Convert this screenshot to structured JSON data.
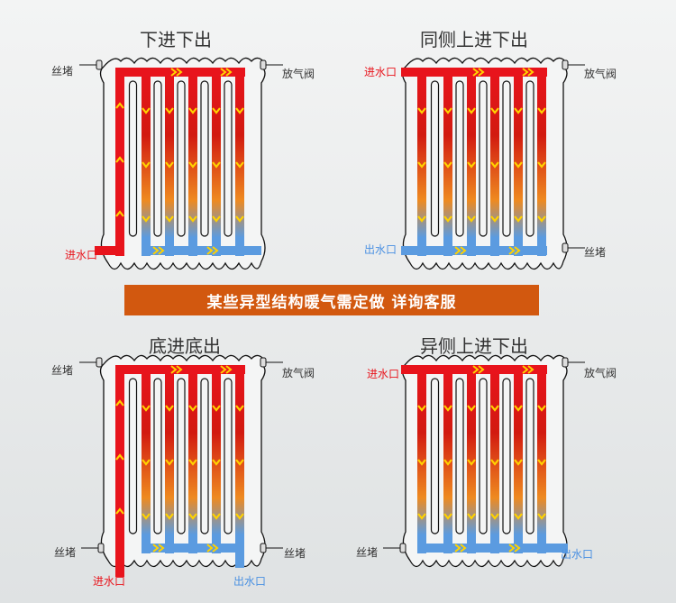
{
  "panels": [
    {
      "title": "下进下出",
      "labels": {
        "top_left": "丝堵",
        "top_right": "放气阀",
        "inlet": "进水口"
      }
    },
    {
      "title": "同侧上进下出",
      "labels": {
        "inlet": "进水口",
        "top_right": "放气阀",
        "outlet": "出水口",
        "bottom_right": "丝堵"
      }
    },
    {
      "title": "底进底出",
      "labels": {
        "top_left": "丝堵",
        "top_right": "放气阀",
        "bottom_left": "丝堵",
        "bottom_right": "丝堵",
        "inlet": "进水口",
        "outlet": "出水口"
      }
    },
    {
      "title": "异侧上进下出",
      "labels": {
        "inlet": "进水口",
        "top_right": "放气阀",
        "bottom_left": "丝堵",
        "outlet": "出水口"
      }
    }
  ],
  "banner": "某些异型结构暖气需定做 详询客服",
  "colors": {
    "hot": "#e8141c",
    "cold": "#5b9be0",
    "banner": "#d2580f"
  }
}
